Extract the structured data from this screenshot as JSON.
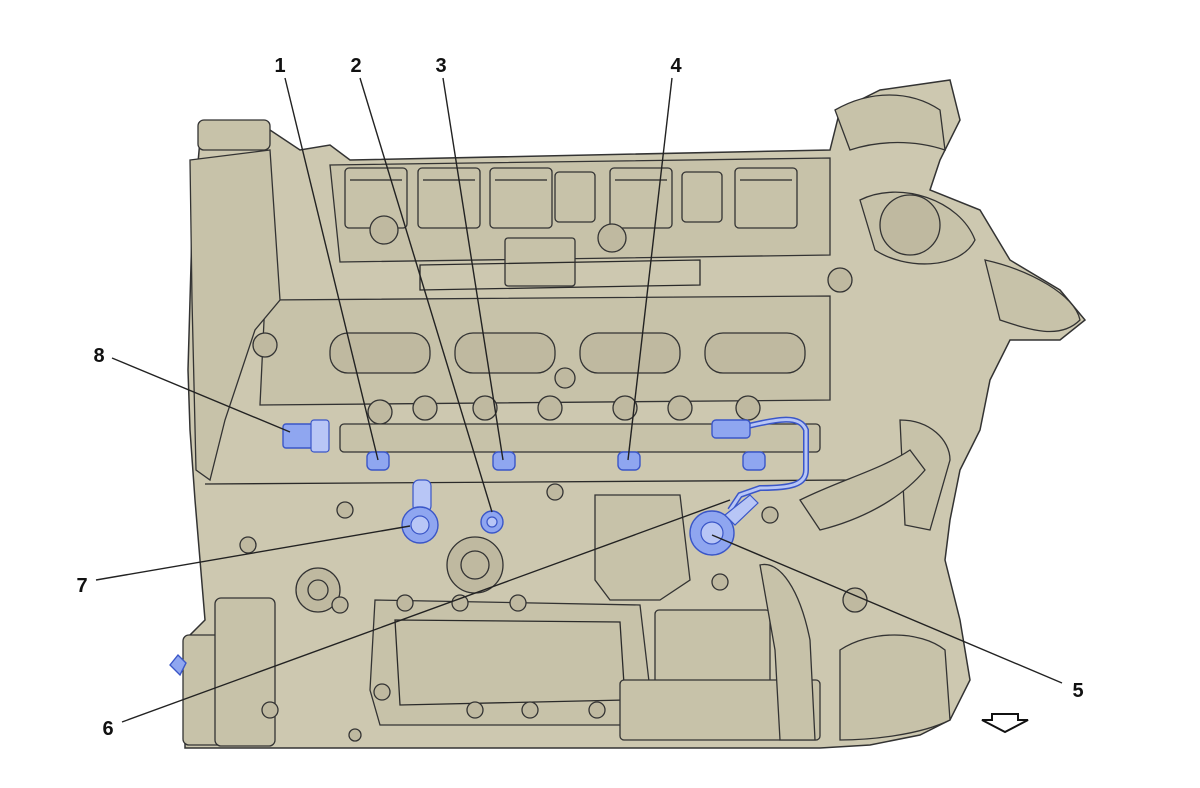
{
  "diagram": {
    "callouts": [
      {
        "id": "1",
        "label": "1"
      },
      {
        "id": "2",
        "label": "2"
      },
      {
        "id": "3",
        "label": "3"
      },
      {
        "id": "4",
        "label": "4"
      },
      {
        "id": "5",
        "label": "5"
      },
      {
        "id": "6",
        "label": "6"
      },
      {
        "id": "7",
        "label": "7"
      },
      {
        "id": "8",
        "label": "8"
      }
    ],
    "colors": {
      "engine_fill": "#cdc8b0",
      "highlight_blue": "#8fa6f0",
      "outline": "#333333"
    },
    "icons": {
      "direction_arrow": "arrow-down-icon"
    }
  }
}
